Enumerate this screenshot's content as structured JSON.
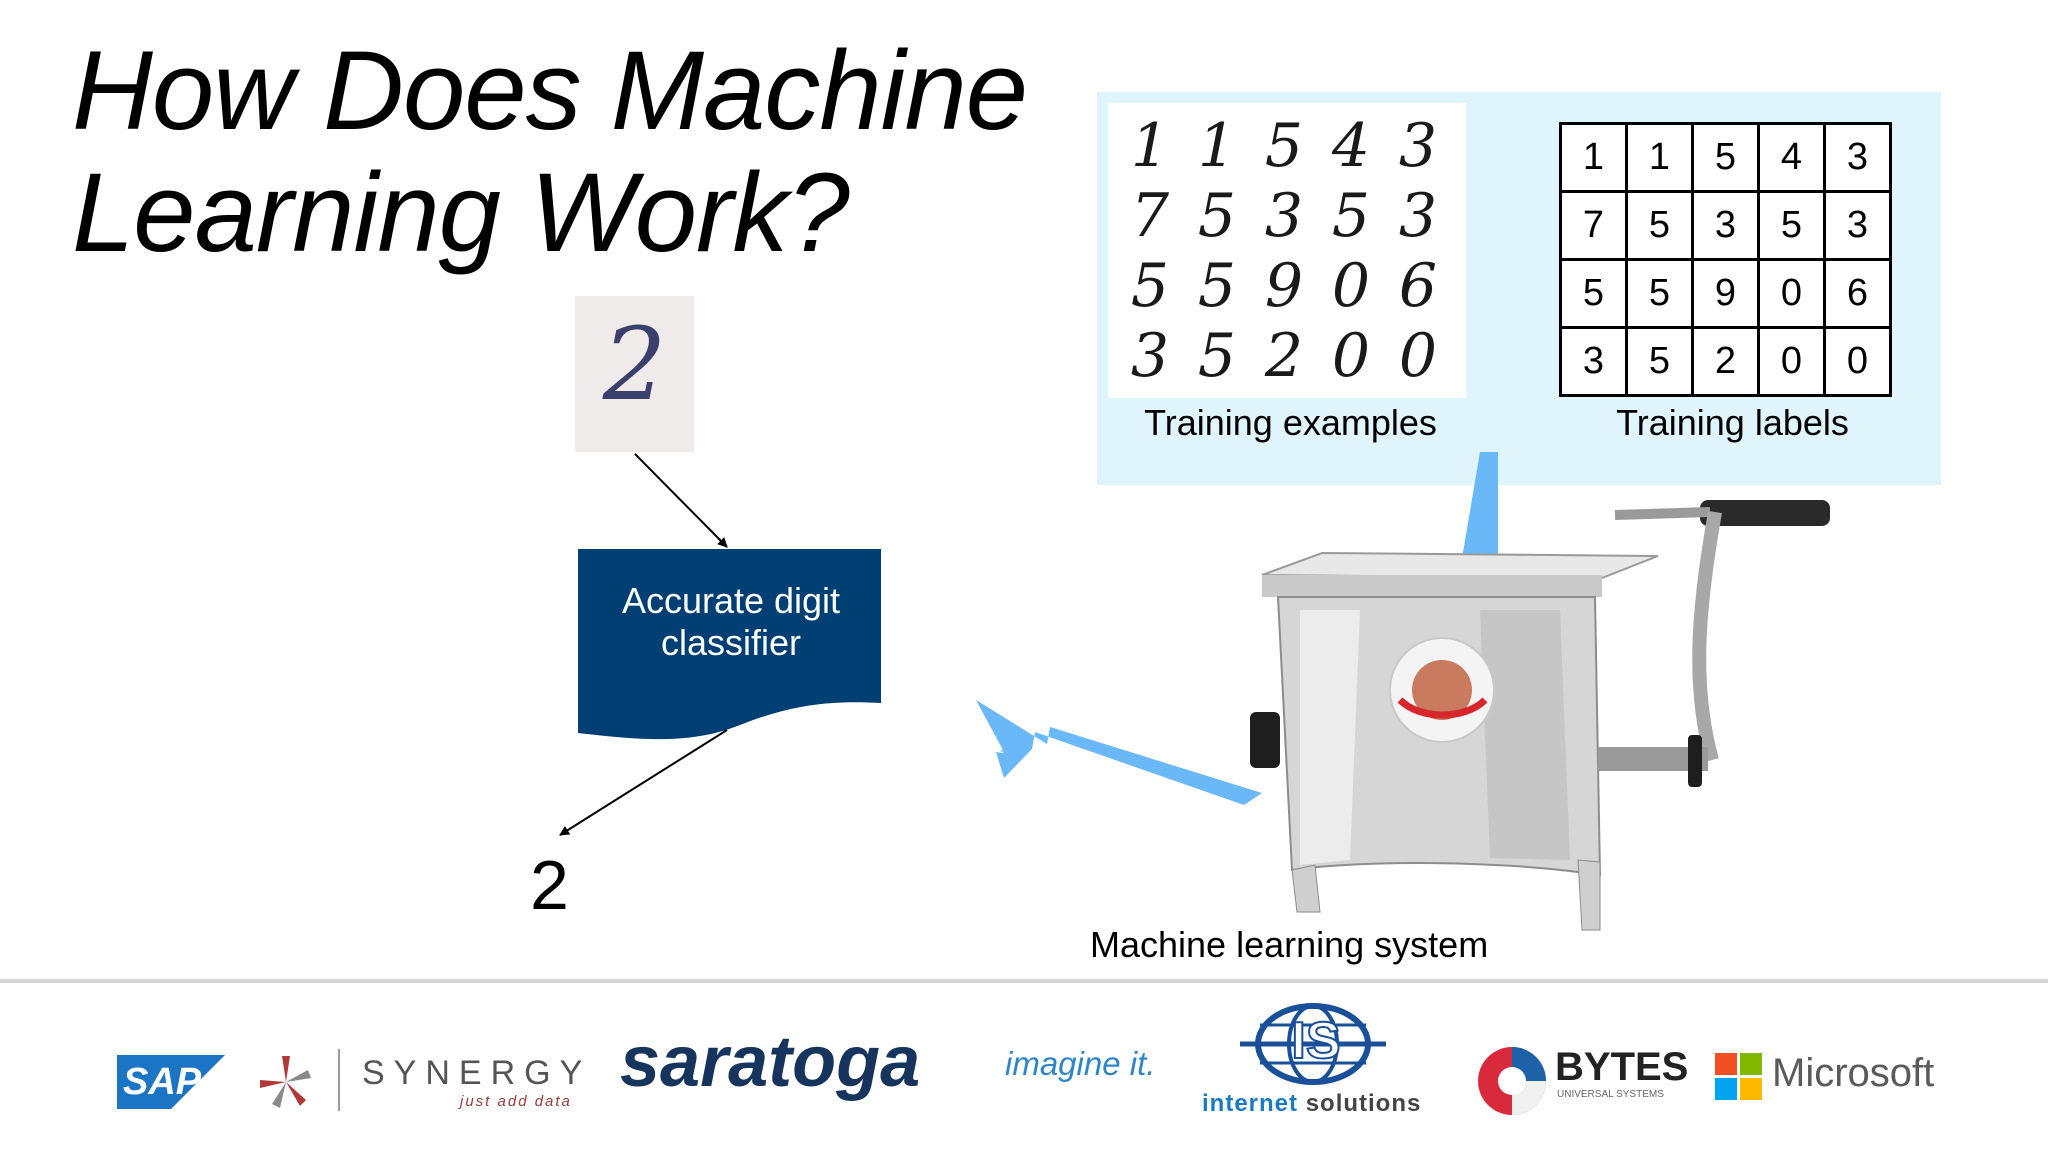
{
  "title": "How Does Machine Learning Work?",
  "training": {
    "examples_caption": "Training examples",
    "labels_caption": "Training labels",
    "labels": [
      [
        "1",
        "1",
        "5",
        "4",
        "3"
      ],
      [
        "7",
        "5",
        "3",
        "5",
        "3"
      ],
      [
        "5",
        "5",
        "9",
        "0",
        "6"
      ],
      [
        "3",
        "5",
        "2",
        "0",
        "0"
      ]
    ]
  },
  "input_digit": "2",
  "classifier_label": "Accurate digit classifier",
  "result": "2",
  "system_caption": "Machine learning system",
  "logos": {
    "sap": "SAP",
    "synergy": "SYNERGY",
    "synergy_tagline": "just add data",
    "saratoga": "saratoga",
    "imagine": "imagine it.",
    "is": "IS",
    "internet": "internet",
    "solutions": "solutions",
    "bytes": "BYTES",
    "bytes_tagline": "UNIVERSAL SYSTEMS",
    "microsoft": "Microsoft"
  },
  "colors": {
    "panel": "#dff4fb",
    "arrow": "#6ab8f7",
    "classifier": "#003f73",
    "saratoga": "#16345c",
    "imagine": "#2e86c9",
    "sap": "#1b74c4"
  }
}
